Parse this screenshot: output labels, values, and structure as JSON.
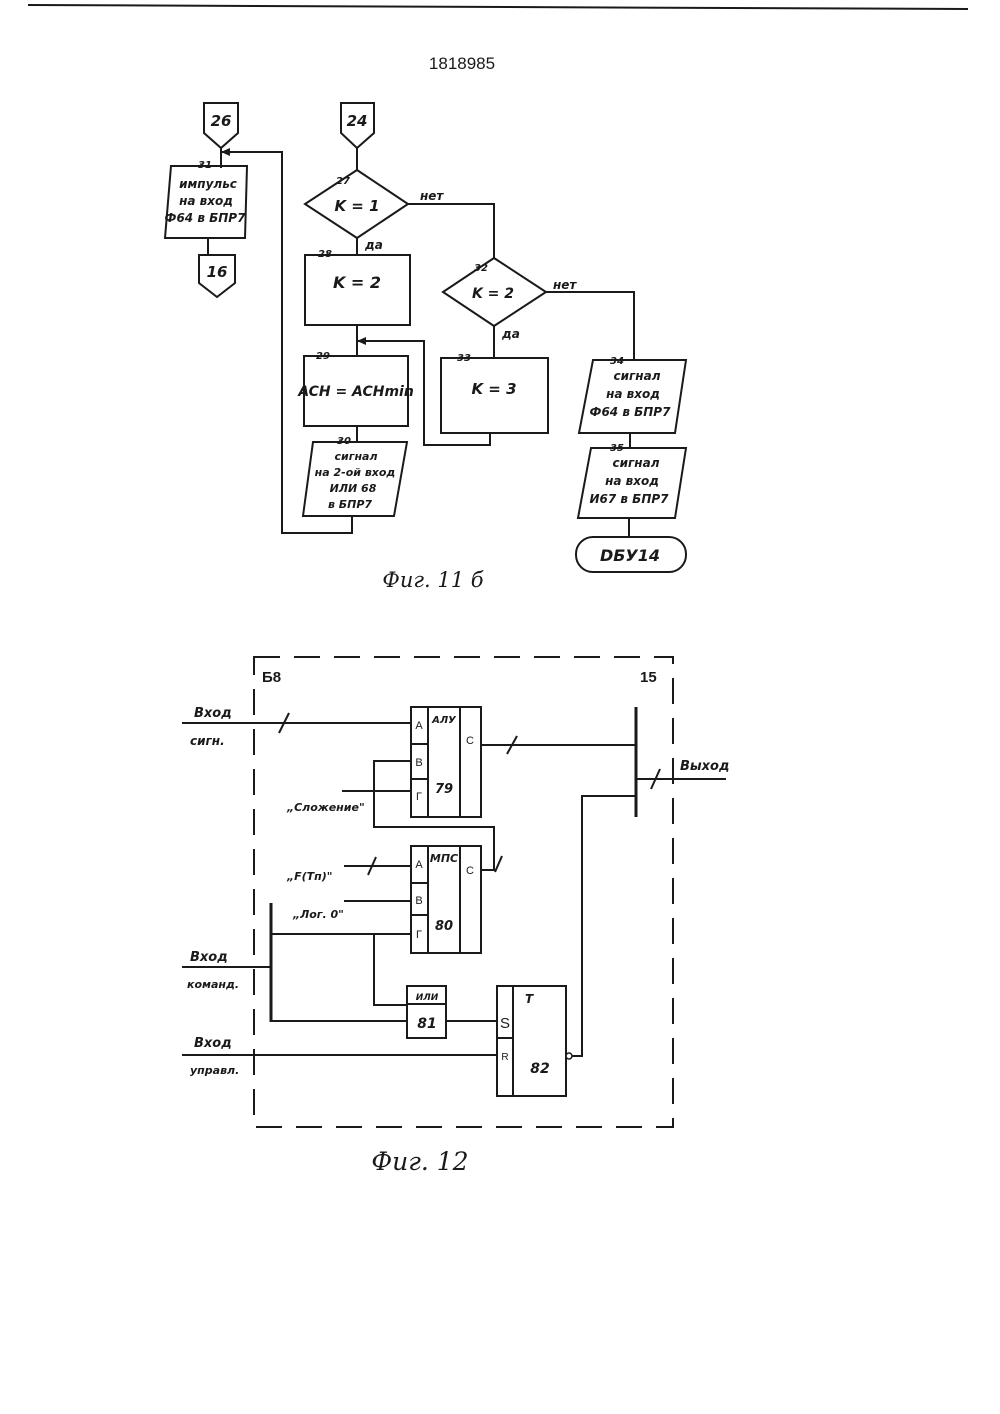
{
  "document": {
    "patent_number": "1818985"
  },
  "fig11": {
    "caption": "Фиг. 11 б",
    "connector_26": "26",
    "connector_24": "24",
    "connector_16": "16",
    "block_31": {
      "num": "31",
      "lines": [
        "импульс",
        "на вход",
        "Ф64 в БПР7"
      ]
    },
    "block_27": {
      "num": "27",
      "text": "K = 1"
    },
    "block_28": {
      "num": "28",
      "text": "K = 2"
    },
    "block_29": {
      "num": "29",
      "text": "ACH = ACHmin"
    },
    "block_30": {
      "num": "30",
      "lines": [
        "сигнал",
        "на 2-ой вход",
        "ИЛИ 68",
        "в БПР7"
      ]
    },
    "block_32": {
      "num": "32",
      "text": "K = 2"
    },
    "block_33": {
      "num": "33",
      "text": "K = 3"
    },
    "block_34": {
      "num": "34",
      "lines": [
        "сигнал",
        "на вход",
        "Ф64 в БПР7"
      ]
    },
    "block_35": {
      "num": "35",
      "lines": [
        "сигнал",
        "на вход",
        "И67 в БПР7"
      ]
    },
    "terminal": "DБУ14",
    "yes_label": "да",
    "no_label": "нет"
  },
  "fig12": {
    "caption": "Фиг. 12",
    "frame_label": "Б8",
    "frame_number": "15",
    "inputs": {
      "signal": [
        "Вход",
        "сигн."
      ],
      "command": [
        "Вход",
        "команд."
      ],
      "control": [
        "Вход",
        "управл."
      ]
    },
    "output": "Выход",
    "alu": {
      "name": "АЛУ",
      "num": "79",
      "pins": [
        "A",
        "B",
        "Г"
      ],
      "out": "C"
    },
    "mps": {
      "name": "МПС",
      "num": "80",
      "pins": [
        "A",
        "B",
        "Г"
      ],
      "out": "C"
    },
    "nor": {
      "name": "ИЛИ",
      "num": "81"
    },
    "trigger": {
      "name": "T",
      "num": "82",
      "pins": [
        "S",
        "R"
      ]
    },
    "const_addition": "„Сложение\"",
    "const_f": "„F(Tп)\"",
    "const_zero": "„Лог. 0\""
  }
}
